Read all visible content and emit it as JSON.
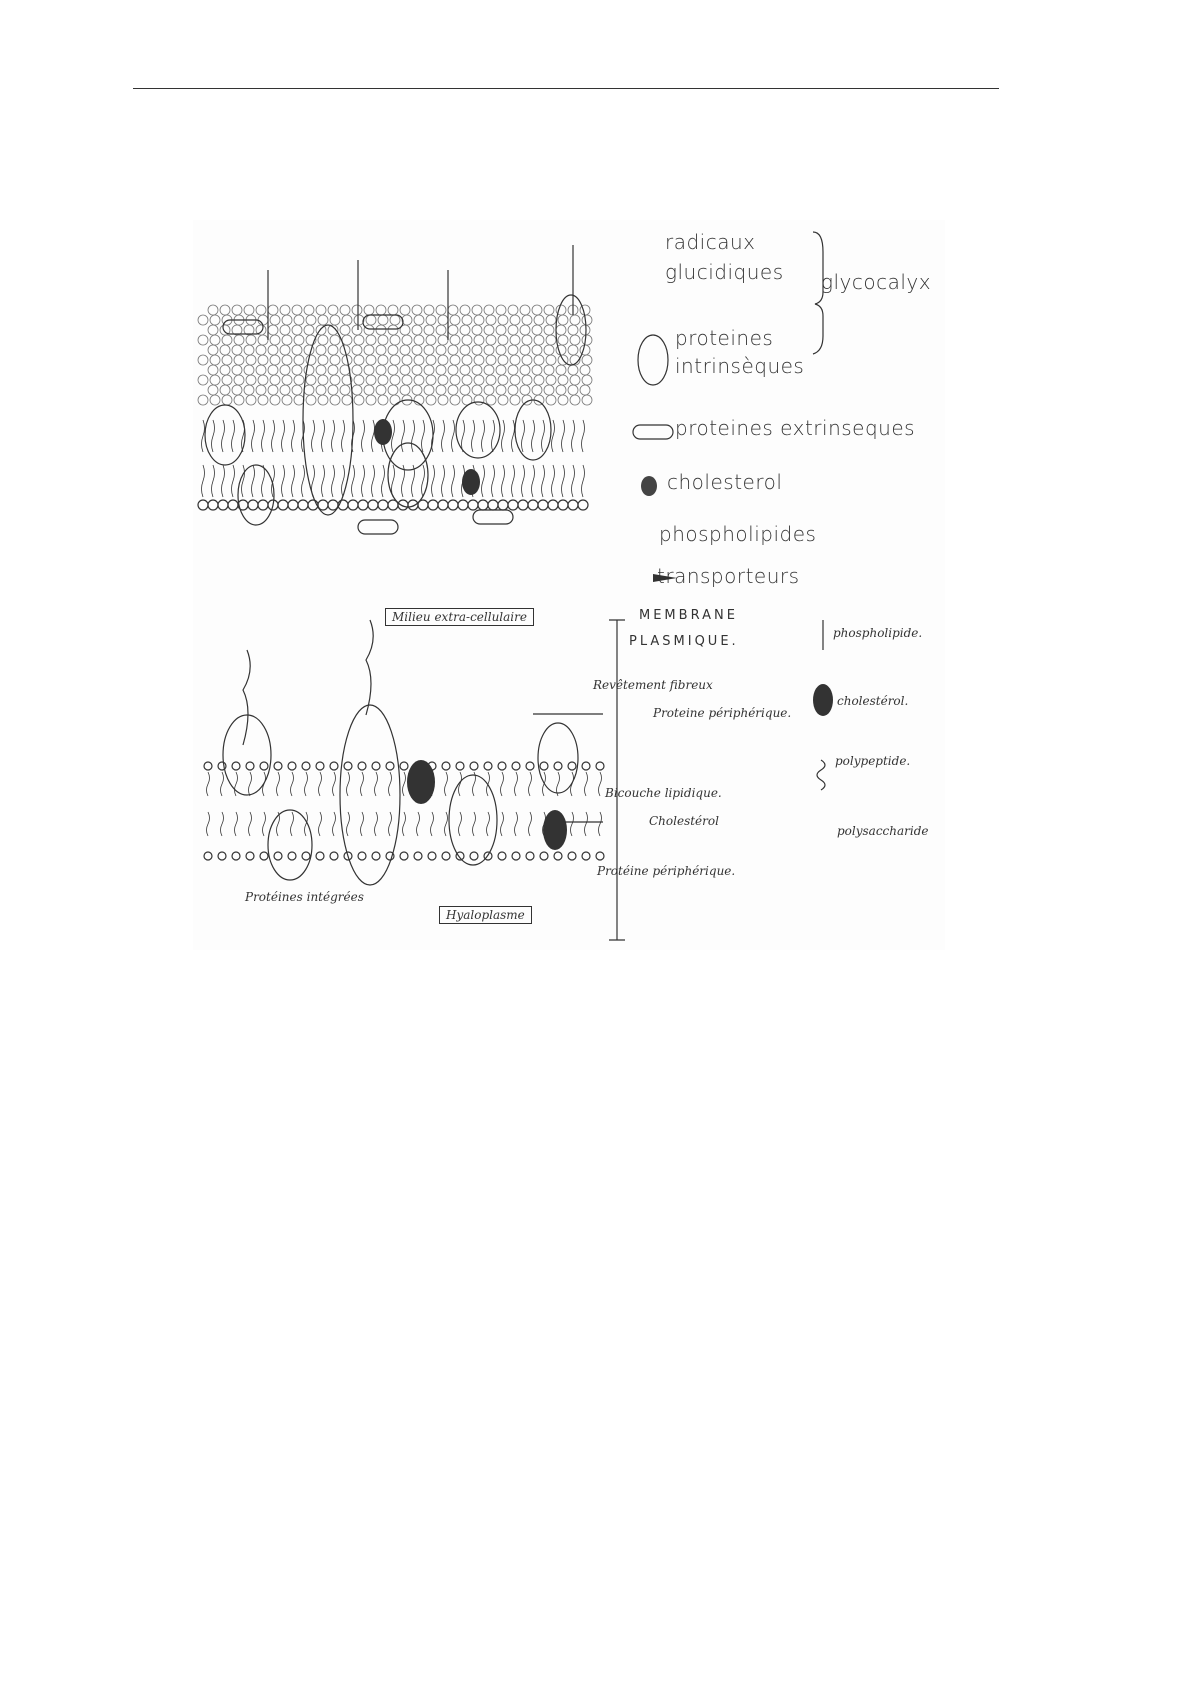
{
  "figure": {
    "top_legend": {
      "radicaux": "radicaux",
      "glucidiques": "glucidiques",
      "glycocalyx": "glycocalyx",
      "proteines": "proteines",
      "intrinseques": "intrinsèques",
      "extrinseques": "proteines  extrinseques",
      "cholesterol": "cholesterol",
      "phospholipides": "phospholipides",
      "transporteurs": "transporteurs"
    },
    "bottom": {
      "milieu": "Milieu extra-cellulaire",
      "membrane_1": "MEMBRANE",
      "membrane_2": "PLASMIQUE.",
      "revetement": "Revêtement fibreux",
      "proteine_peri_top": "Proteine périphérique.",
      "bicouche": "Bicouche lipidique.",
      "cholesterol": "Cholestérol",
      "proteine_peri_bottom": "Protéine périphérique.",
      "proteines_integrees": "Protéines intégrées",
      "hyaloplasme": "Hyaloplasme",
      "legend": [
        "phospholipide.",
        "cholestérol.",
        "polypeptide.",
        "polysaccharide"
      ]
    }
  }
}
